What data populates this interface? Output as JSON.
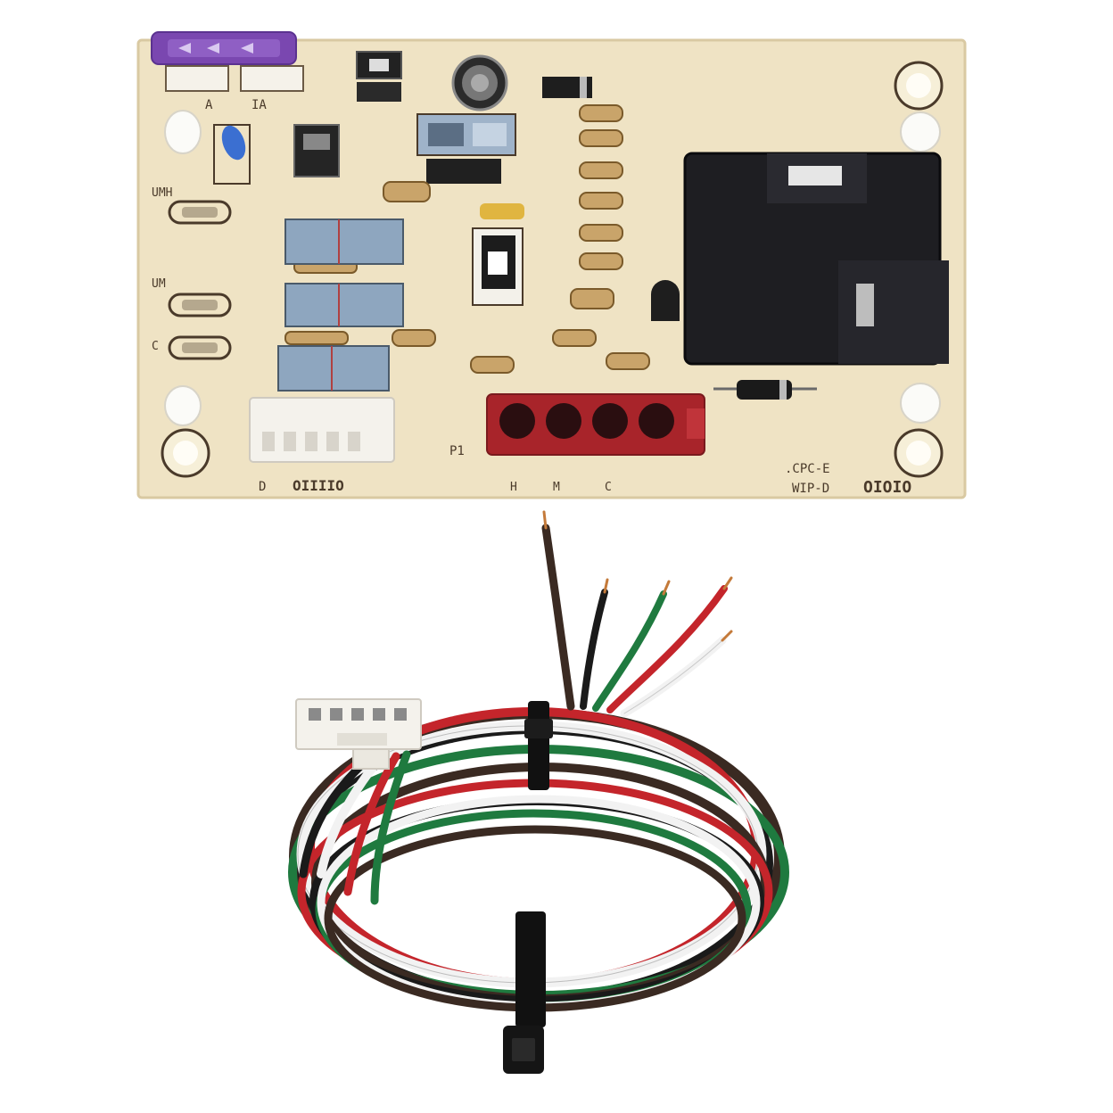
{
  "colors": {
    "pcb": "#efe3c4",
    "pcb_edge": "#d9c9a2",
    "relay": "#1e1e22",
    "connector_red": "#a8242a",
    "connector_white": "#f4f2ec",
    "fuse": "#7a47b0",
    "wire_black": "#1a1a1a",
    "wire_brown": "#3a2a22",
    "wire_red": "#c4252b",
    "wire_green": "#1f7a3f",
    "wire_white": "#f2f2f2",
    "zip_tie": "#111111"
  },
  "board": {
    "labels": {
      "p1": "P1",
      "p1_pins": [
        "H",
        "M",
        "C"
      ],
      "left_tags": [
        "C",
        "UM",
        "UMH"
      ],
      "bottom_left": "D",
      "bottom_left_code": "OIIIIO",
      "corner_code_top": ".CPC-E",
      "corner_code_bottom": "WIP-D",
      "corner_code_right": "OIOIO",
      "fuse_terminals": [
        "A",
        "IA"
      ]
    }
  },
  "harness": {
    "connector_pins": 5,
    "wire_colors": [
      "wire_brown",
      "wire_black",
      "wire_green",
      "wire_red",
      "wire_white"
    ]
  }
}
